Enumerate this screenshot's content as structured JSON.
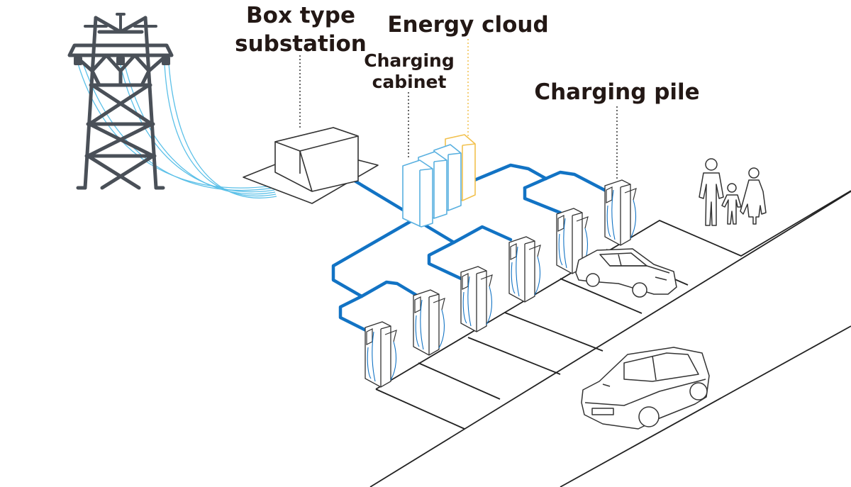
{
  "labels": {
    "box_type_substation_line1": "Box type",
    "box_type_substation_line2": "substation",
    "energy_cloud": "Energy cloud",
    "charging_cabinet_line1": "Charging",
    "charging_cabinet_line2": "cabinet",
    "charging_pile": "Charging pile"
  },
  "colors": {
    "cable_blue": "#1273c4",
    "grid_line_cyan": "#5bc0e8",
    "cabinet_blue": "#59b0e0",
    "energy_cloud_yellow": "#f2c14e",
    "tower_gray": "#4a5058",
    "label_text": "#231815",
    "outline": "#333333"
  },
  "icons": {
    "tower": "power-transmission-tower-icon",
    "substation": "box-substation-icon",
    "cabinet": "charging-cabinet-icon",
    "cloud_server": "energy-cloud-server-icon",
    "pile": "charging-pile-icon",
    "car": "car-icon",
    "family": "family-pedestrians-icon"
  }
}
